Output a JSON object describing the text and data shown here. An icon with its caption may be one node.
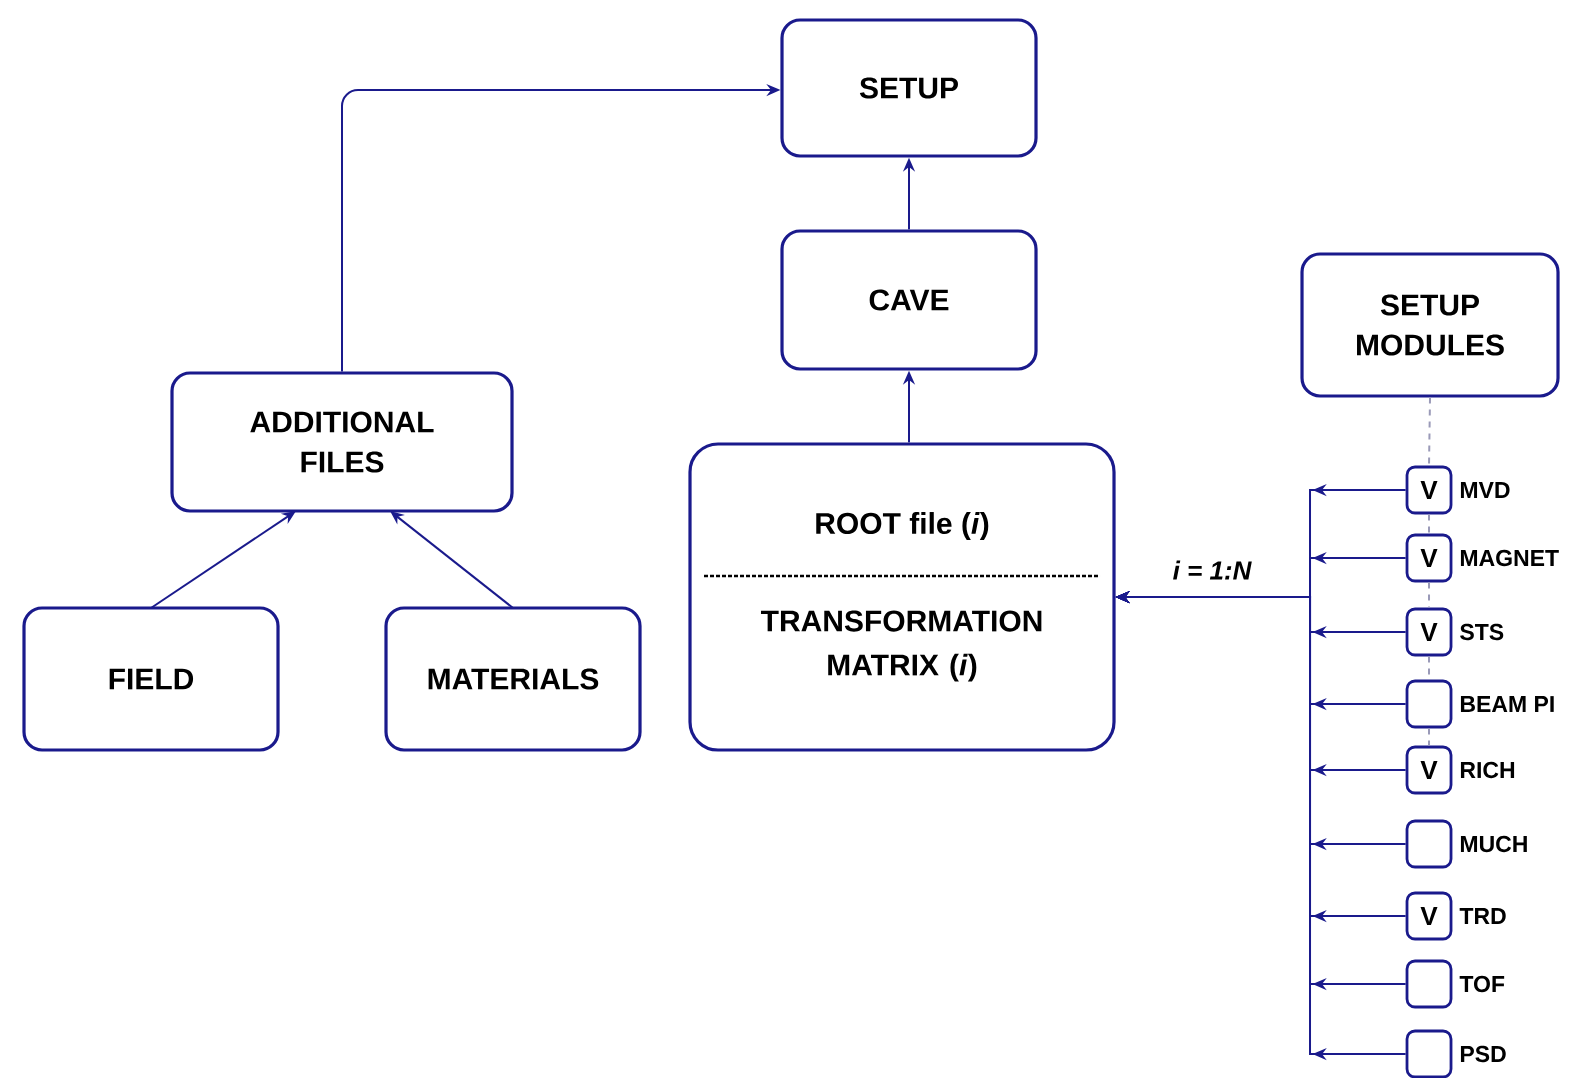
{
  "diagram": {
    "nodes": [
      {
        "text": [
          "SETUP"
        ]
      },
      {
        "text": [
          "CAVE"
        ]
      },
      {
        "text": [
          "ADDITIONAL FILES"
        ]
      },
      {
        "text": [
          "FIELD"
        ]
      },
      {
        "text": [
          "MATERIALS"
        ]
      },
      {
        "text": [
          "ROOT file (*i*)",
          "TRANSFORMATION MATRIX (*i*)"
        ]
      },
      {
        "text": [
          "SETUP MODULES"
        ]
      },
      {
        "text": [
          "V"
        ],
        "beside": [
          "MVD"
        ]
      },
      {
        "text": [
          "V"
        ],
        "beside": [
          "MAGNET"
        ]
      },
      {
        "text": [
          "V"
        ],
        "beside": [
          "STS"
        ]
      },
      {
        "text": [],
        "shape": "box",
        "beside": [
          "BEAM PI"
        ]
      },
      {
        "text": [
          "V"
        ],
        "beside": [
          "RICH"
        ]
      },
      {
        "text": [],
        "shape": "box",
        "beside": [
          "MUCH"
        ]
      },
      {
        "text": [
          "V"
        ],
        "beside": [
          "TRD"
        ]
      },
      {
        "text": [],
        "shape": "box",
        "beside": [
          "TOF"
        ]
      },
      {
        "text": [],
        "shape": "box",
        "beside": [
          "PSD"
        ]
      }
    ],
    "edges": [
      {
        "from": 2,
        "to": 0,
        "arrow": "to"
      },
      {
        "from": 1,
        "to": 0,
        "arrow": "to"
      },
      {
        "from": 5,
        "to": 1,
        "arrow": "to"
      },
      {
        "from": 3,
        "to": 2,
        "arrow": "to"
      },
      {
        "from": 4,
        "to": 2,
        "arrow": "to"
      },
      {
        "from": 7,
        "to": 5,
        "arrow": "to"
      },
      {
        "from": 8,
        "to": 5,
        "arrow": "to"
      },
      {
        "from": 9,
        "to": 5,
        "arrow": "to",
        "label": "i = 1:N"
      },
      {
        "from": 10,
        "to": 5,
        "arrow": "to"
      },
      {
        "from": 11,
        "to": 5,
        "arrow": "to"
      },
      {
        "from": 12,
        "to": 5,
        "arrow": "to"
      },
      {
        "from": 13,
        "to": 5,
        "arrow": "to"
      },
      {
        "from": 14,
        "to": 5,
        "arrow": "to"
      },
      {
        "from": 15,
        "to": 5,
        "arrow": "to"
      },
      {
        "from": 6,
        "to": 7,
        "arrow": "none",
        "style": "dashed",
        "color": "#9a9ab8"
      },
      {
        "from": 7,
        "to": 8,
        "arrow": "none",
        "style": "dashed",
        "color": "#9a9ab8"
      },
      {
        "from": 8,
        "to": 9,
        "arrow": "none",
        "style": "dashed",
        "color": "#9a9ab8"
      },
      {
        "from": 9,
        "to": 10,
        "arrow": "none",
        "style": "dashed",
        "color": "#9a9ab8"
      },
      {
        "from": 10,
        "to": 11,
        "arrow": "none",
        "style": "dashed",
        "color": "#9a9ab8"
      }
    ]
  }
}
